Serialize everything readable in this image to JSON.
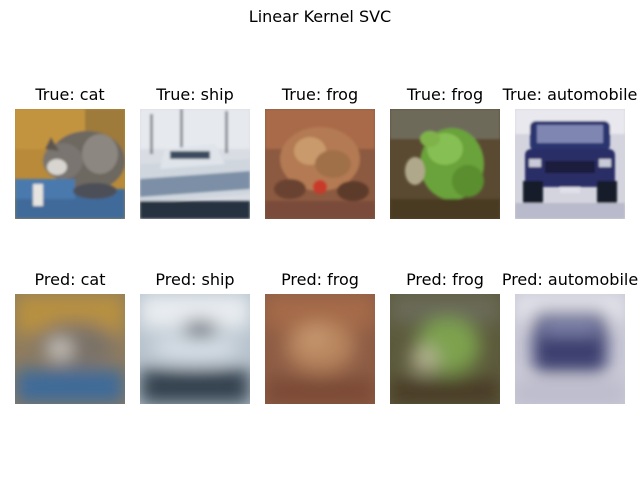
{
  "figure": {
    "title": "Linear Kernel SVC"
  },
  "rows": [
    {
      "row": "true",
      "items": [
        {
          "label": "True: cat",
          "image": "cat"
        },
        {
          "label": "True: ship",
          "image": "ship"
        },
        {
          "label": "True: frog",
          "image": "frog-brown"
        },
        {
          "label": "True: frog",
          "image": "frog-green"
        },
        {
          "label": "True: automobile",
          "image": "automobile"
        }
      ]
    },
    {
      "row": "pred",
      "items": [
        {
          "label": "Pred: cat",
          "image": "cat"
        },
        {
          "label": "Pred: ship",
          "image": "ship"
        },
        {
          "label": "Pred: frog",
          "image": "frog-brown"
        },
        {
          "label": "Pred: frog",
          "image": "frog-green"
        },
        {
          "label": "Pred: automobile",
          "image": "automobile"
        }
      ]
    }
  ]
}
